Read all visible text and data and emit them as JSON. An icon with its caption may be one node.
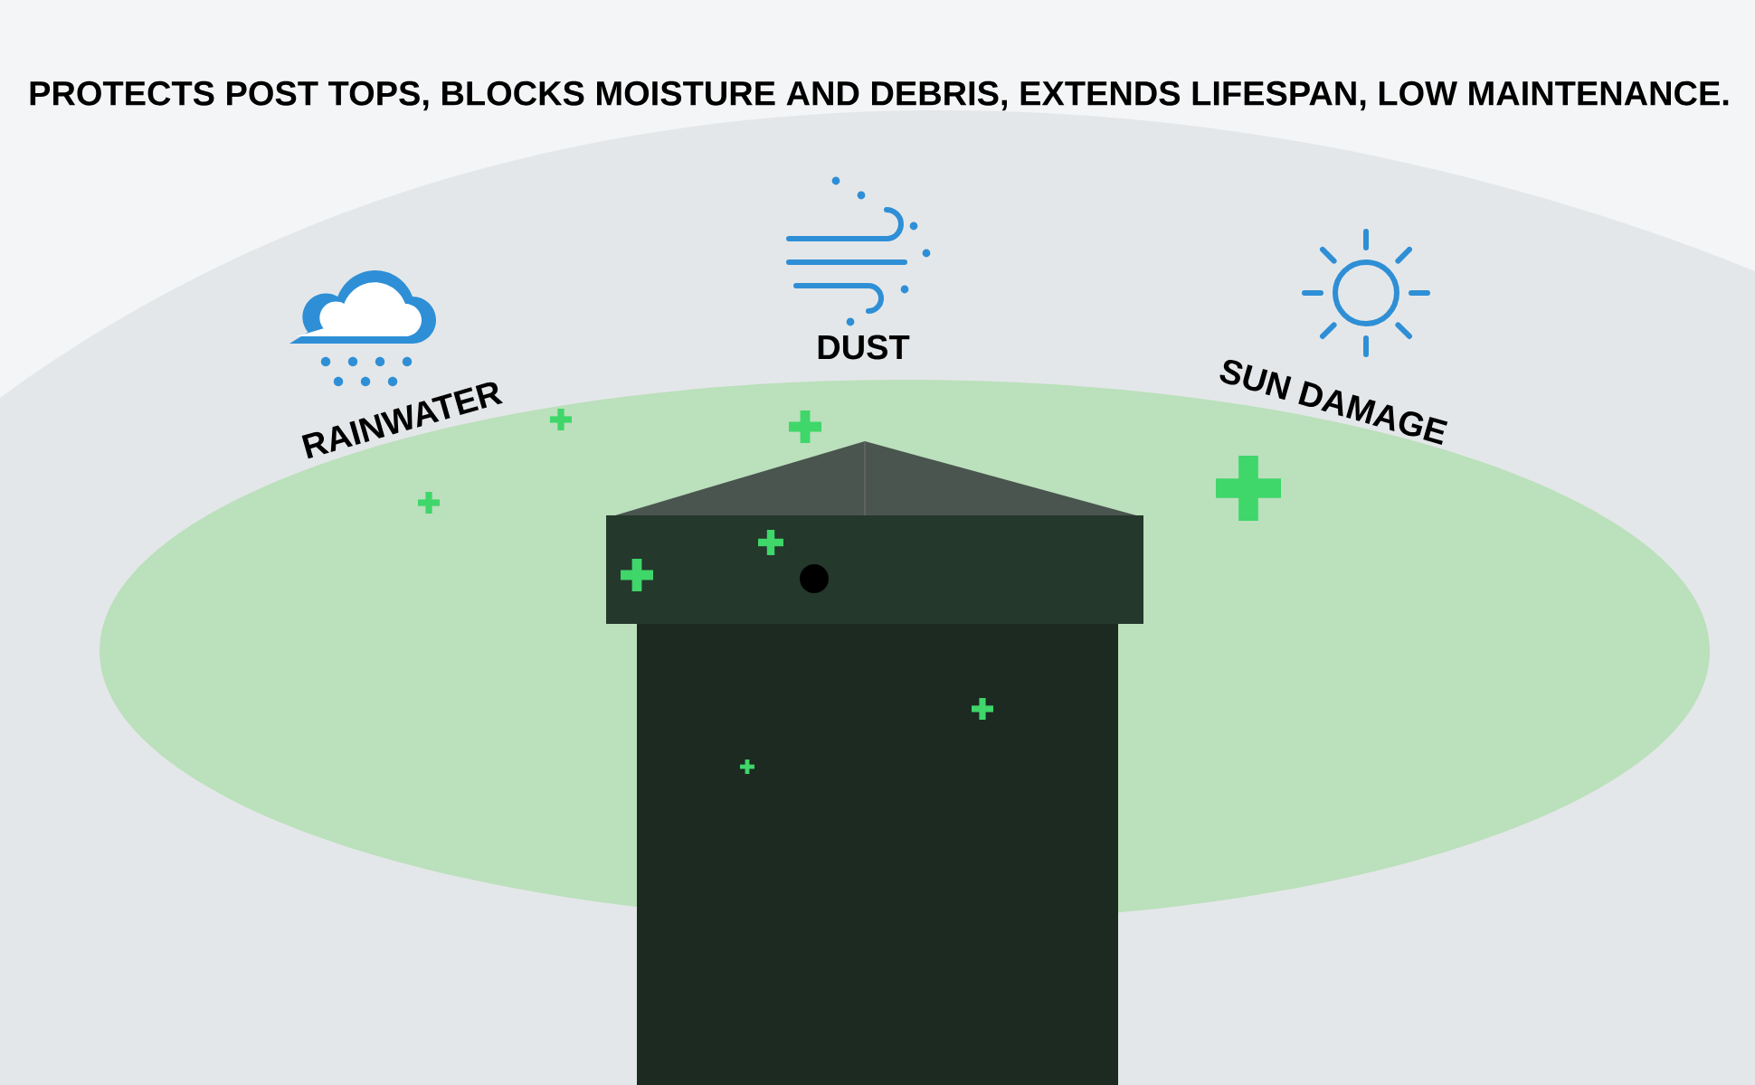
{
  "diagram": {
    "title": "PROTECTS POST TOPS, BLOCKS MOISTURE AND DEBRIS, EXTENDS LIFESPAN, LOW MAINTENANCE.",
    "labels": [
      "RAINWATER",
      "DUST",
      "SUN DAMAGE"
    ]
  }
}
